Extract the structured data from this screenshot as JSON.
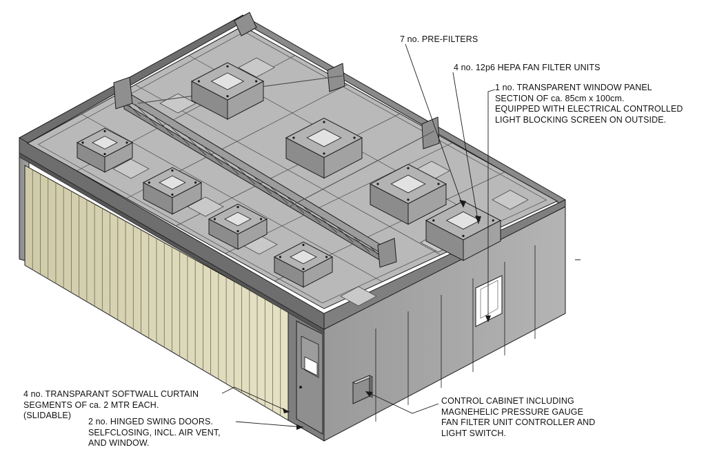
{
  "callouts": {
    "prefilters": {
      "lines": [
        "7 no. PRE-FILTERS"
      ]
    },
    "hepa": {
      "lines": [
        "4 no. 12p6 HEPA FAN FILTER UNITS"
      ]
    },
    "window_panel": {
      "lines": [
        "1 no. TRANSPARENT WINDOW PANEL",
        "SECTION OF ca. 85cm x 100cm.",
        "EQUIPPED WITH ELECTRICAL CONTROLLED",
        "LIGHT BLOCKING SCREEN ON OUTSIDE."
      ]
    },
    "softwall": {
      "lines": [
        "4 no. TRANSPARANT SOFTWALL CURTAIN",
        "SEGMENTS OF ca. 2 MTR EACH.",
        "(SLIDABLE)"
      ]
    },
    "doors": {
      "lines": [
        "2 no. HINGED SWING DOORS.",
        "SELFCLOSING, INCL. AIR VENT,",
        "AND WINDOW."
      ]
    },
    "control_cabinet": {
      "lines": [
        "CONTROL CABINET INCLUDING",
        "MAGNEHELIC PRESSURE GAUGE",
        "FAN FILTER UNIT CONTROLLER AND",
        "LIGHT SWITCH."
      ]
    }
  },
  "colors": {
    "roof": "#b9b9b9",
    "roof_panel": "#c6c6c6",
    "frame": "#6e6e6e",
    "wall": "#a9a9a9",
    "curtain": "#d8d4b4",
    "unit_body": "#8f8f8f",
    "unit_top": "#d6d6d6",
    "line": "#1a1a1a"
  }
}
